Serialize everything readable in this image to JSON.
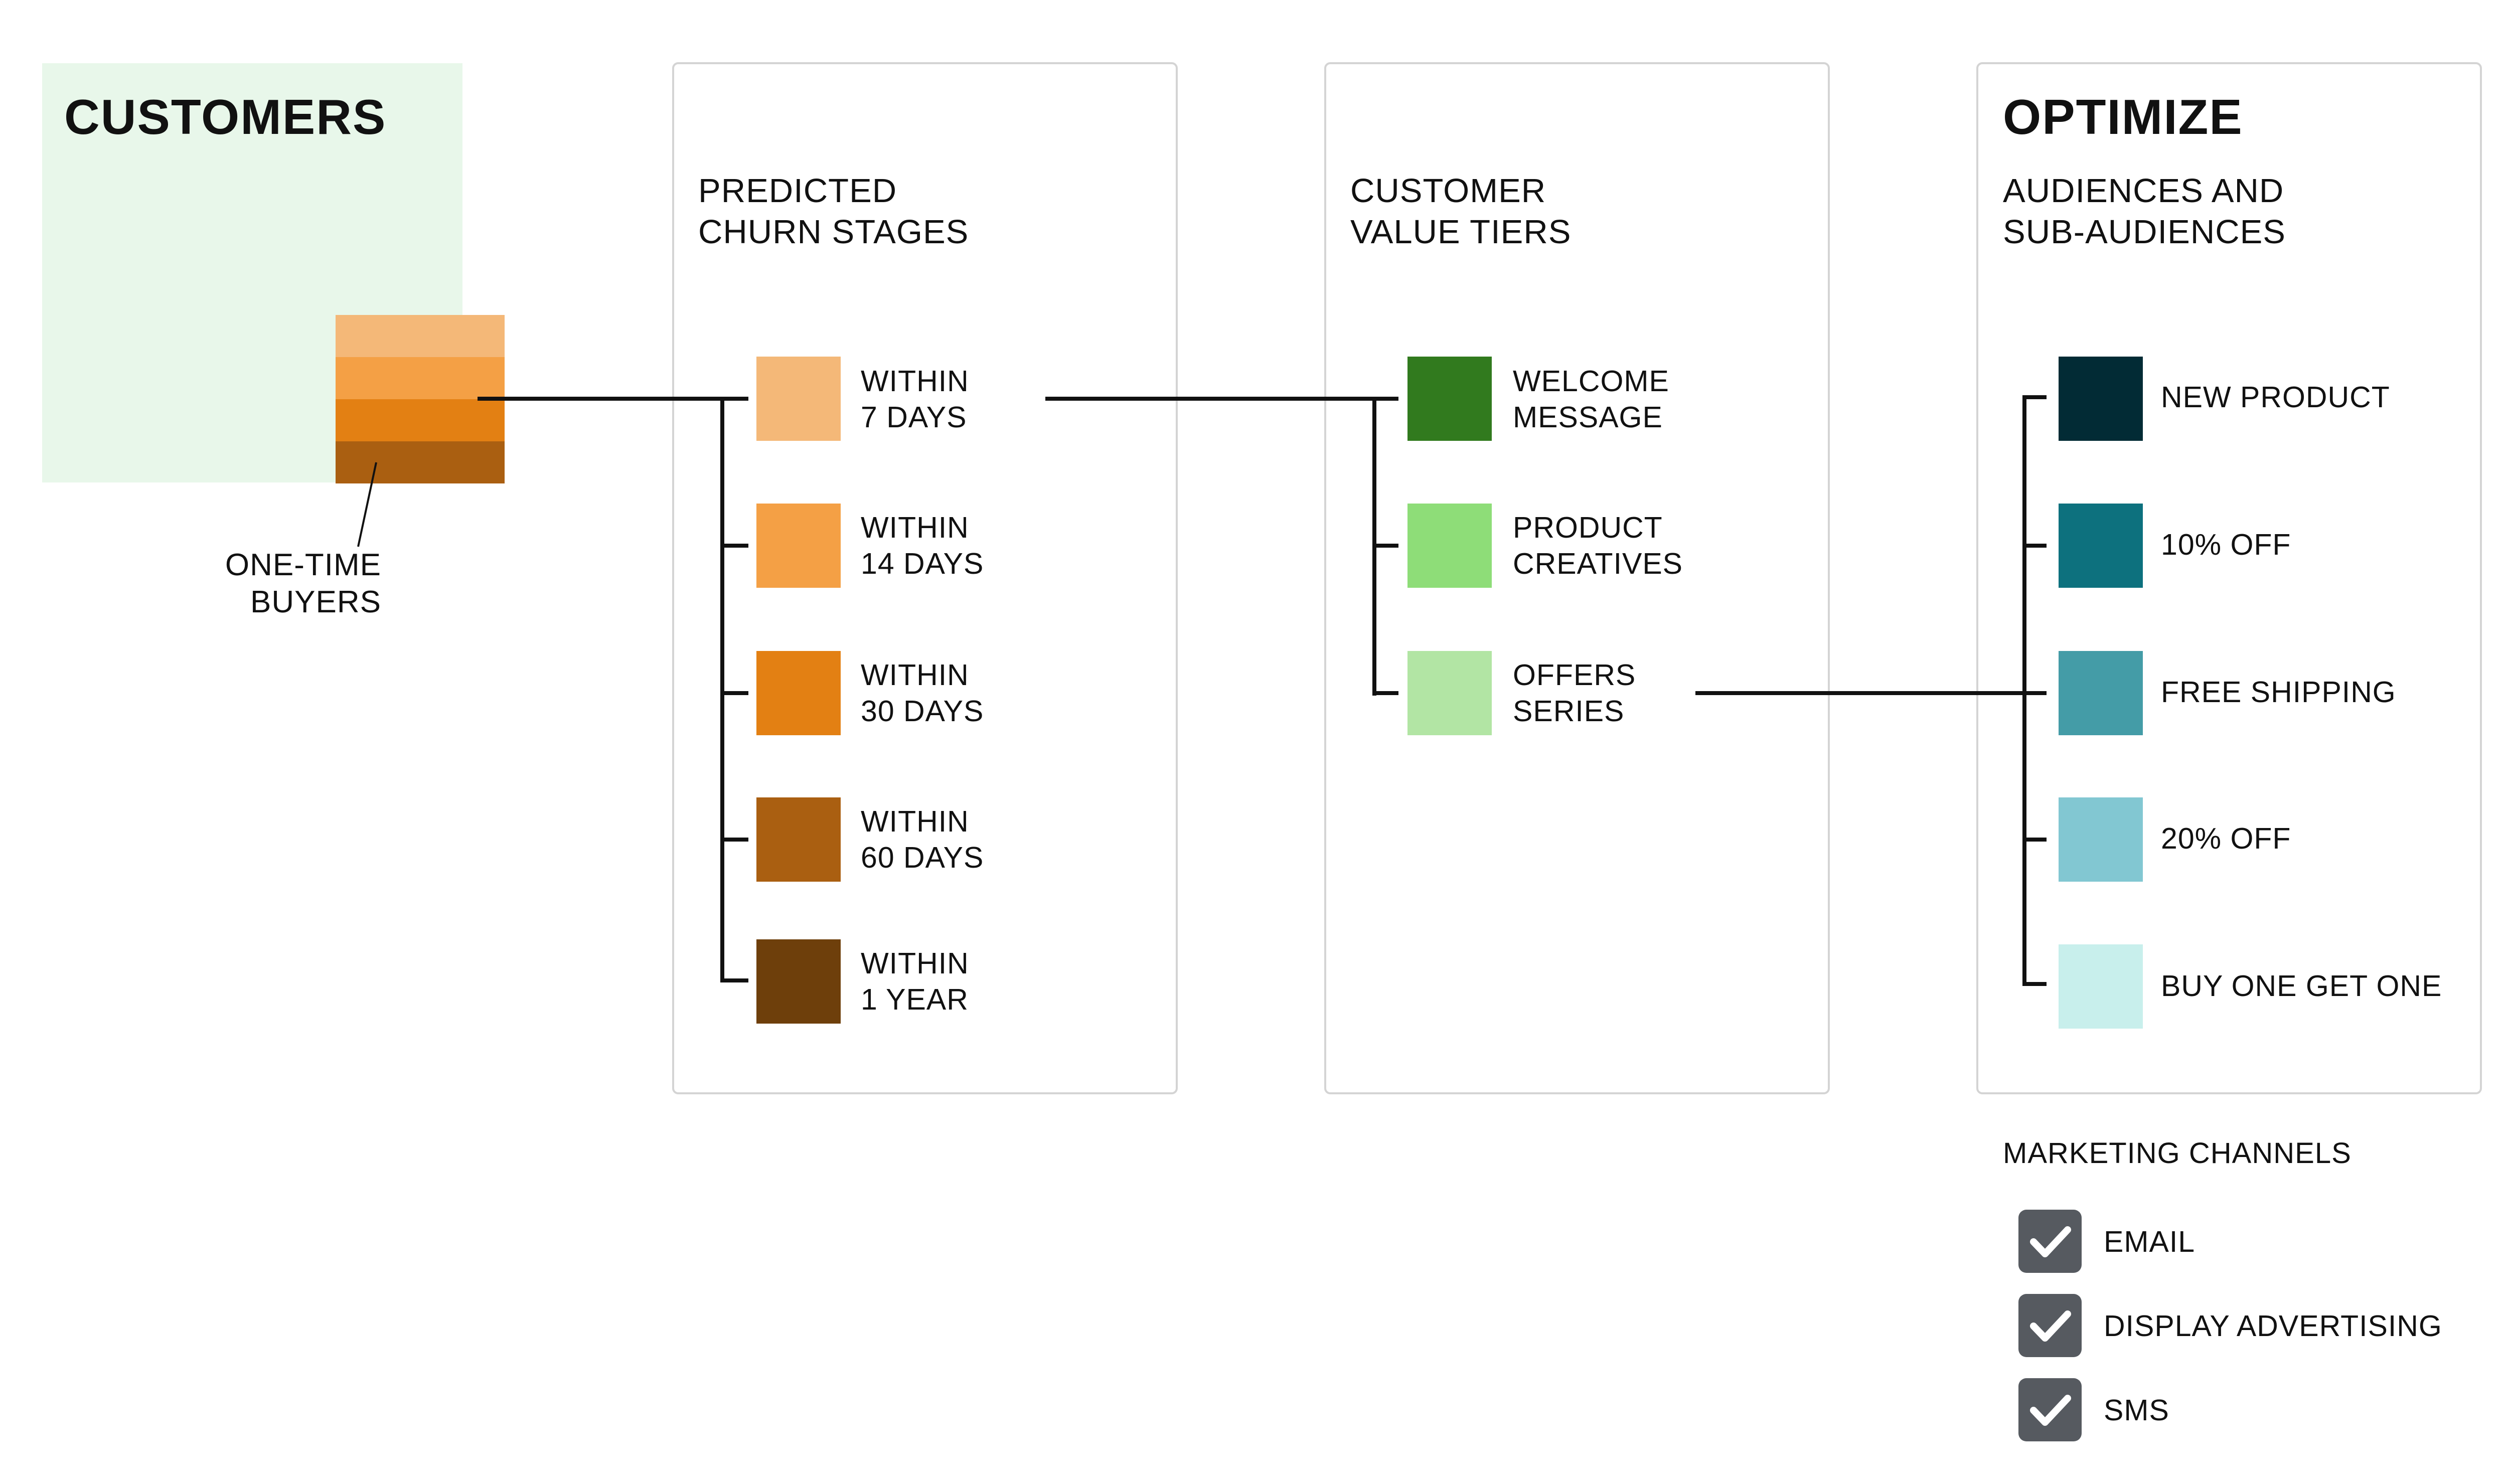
{
  "customers": {
    "title": "CUSTOMERS",
    "annotation": "ONE-TIME\nBUYERS",
    "stack_colors": [
      "#f4b878",
      "#f4a045",
      "#e38013",
      "#aa5f11"
    ]
  },
  "churn": {
    "subtitle": "PREDICTED\nCHURN STAGES",
    "items": [
      {
        "label": "WITHIN\n7 DAYS",
        "color": "#f4b878"
      },
      {
        "label": "WITHIN\n14 DAYS",
        "color": "#f4a045"
      },
      {
        "label": "WITHIN\n30 DAYS",
        "color": "#e38013"
      },
      {
        "label": "WITHIN\n60 DAYS",
        "color": "#aa5f11"
      },
      {
        "label": "WITHIN\n1 YEAR",
        "color": "#6e3f0b"
      }
    ]
  },
  "value": {
    "subtitle": "CUSTOMER\nVALUE TIERS",
    "items": [
      {
        "label": "WELCOME\nMESSAGE",
        "color": "#317a1e"
      },
      {
        "label": "PRODUCT\nCREATIVES",
        "color": "#8edd78"
      },
      {
        "label": "OFFERS\nSERIES",
        "color": "#b2e5a4"
      }
    ]
  },
  "optimize": {
    "title": "OPTIMIZE",
    "subtitle": "AUDIENCES AND\nSUB-AUDIENCES",
    "items": [
      {
        "label": "NEW PRODUCT",
        "color": "#022b35"
      },
      {
        "label": "10% OFF",
        "color": "#0d717e"
      },
      {
        "label": "FREE SHIPPING",
        "color": "#449ca7"
      },
      {
        "label": "20% OFF",
        "color": "#82c7d2"
      },
      {
        "label": "BUY ONE GET ONE",
        "color": "#c8efec"
      }
    ]
  },
  "channels": {
    "title": "MARKETING CHANNELS",
    "items": [
      {
        "label": "EMAIL",
        "checked": true
      },
      {
        "label": "DISPLAY ADVERTISING",
        "checked": true
      },
      {
        "label": "SMS",
        "checked": true
      }
    ]
  },
  "colors": {
    "customers_bg": "#e8f7ea",
    "checkbox": "#565a60",
    "line": "#111111",
    "panel_border": "#d4d4d4"
  }
}
